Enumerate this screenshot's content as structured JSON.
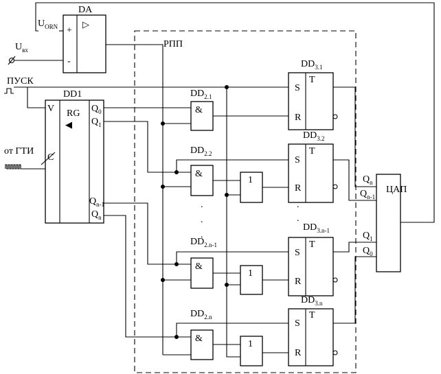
{
  "inputs": {
    "start": "ПУСК",
    "gti": "от ГТИ",
    "u_in_main": "U",
    "u_in_sub": "вх"
  },
  "da": {
    "name": "DA",
    "u_orn_main": "U",
    "u_orn_sub": "ORN",
    "plus": "+",
    "minus": "-",
    "amp_symbol": "▷"
  },
  "rpp_label": "РПП",
  "dd1": {
    "name": "DD1",
    "v": "V",
    "c": "C",
    "rg": "RG",
    "arrow": "◀",
    "q0_main": "Q",
    "q0_sub": "0",
    "q1_main": "Q",
    "q1_sub": "1",
    "qn1_main": "Q",
    "qn1_sub": "n-1",
    "qn_main": "Q",
    "qn_sub": "n"
  },
  "and_gates": [
    {
      "main": "DD",
      "sub": "2.1",
      "symbol": "&"
    },
    {
      "main": "DD",
      "sub": "2.2",
      "symbol": "&"
    },
    {
      "main": "DD",
      "sub": "2.n-1",
      "symbol": "&"
    },
    {
      "main": "DD",
      "sub": "2.n",
      "symbol": "&"
    }
  ],
  "or_symbol": "1",
  "triggers": [
    {
      "main": "DD",
      "sub": "3.1",
      "s": "S",
      "r": "R",
      "t": "T"
    },
    {
      "main": "DD",
      "sub": "3.2",
      "s": "S",
      "r": "R",
      "t": "T"
    },
    {
      "main": "DD",
      "sub": "3.n-1",
      "s": "S",
      "r": "R",
      "t": "T"
    },
    {
      "main": "DD",
      "sub": "3.n",
      "s": "S",
      "r": "R",
      "t": "T"
    }
  ],
  "dac": {
    "name": "ЦАП",
    "qn_main": "Q",
    "qn_sub": "n",
    "qn1_main": "Q",
    "qn1_sub": "n-1",
    "q1_main": "Q",
    "q1_sub": "1",
    "q0_main": "Q",
    "q0_sub": "0"
  },
  "ellipsis_dot": "."
}
